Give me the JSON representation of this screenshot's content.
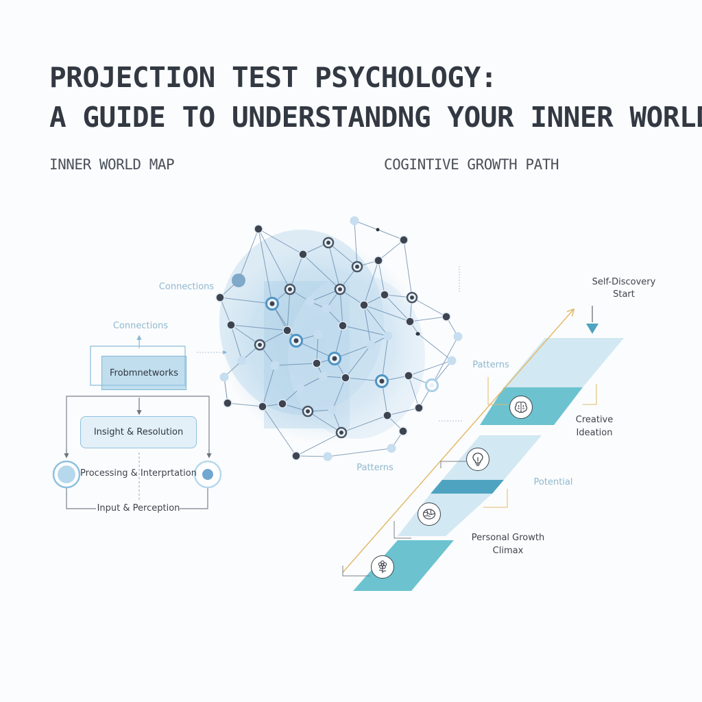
{
  "title": {
    "line1": "PROJECTION TEST PSYCHOLOGY:",
    "line2": "A GUIDE TO UNDERSTANDNG YOUR INNER WORLD"
  },
  "left_section": {
    "heading": "INNER WORLD MAP",
    "connections_top": "Connections",
    "connections_network": "Connections",
    "patterns": "Patterns",
    "flow": {
      "framework": "Frobmnetworks",
      "insight": "Insight & Resolution",
      "processing": "Processing & Interprtation",
      "input": "Input & Perception"
    }
  },
  "right_section": {
    "heading": "COGINTIVE GROWTH PATH",
    "start_line1": "Self-Discovery",
    "start_line2": "Start",
    "patterns": "Patterns",
    "creative_line1": "Creative",
    "creative_line2": "Ideation",
    "potential": "Potential",
    "growth_line1": "Personal Growth",
    "growth_line2": "Climax",
    "steps": [
      {
        "icon": "brain-icon"
      },
      {
        "icon": "lightbulb-icon"
      },
      {
        "icon": "globe-brain-icon"
      },
      {
        "icon": "flower-icon"
      }
    ]
  },
  "colors": {
    "dark_node": "#3d4450",
    "blue_node": "#7fb3d5",
    "teal_band": "#6cc3cf",
    "light_band": "#c5e3ee",
    "gold_arrow": "#e2b96a",
    "title_text": "#333942"
  }
}
